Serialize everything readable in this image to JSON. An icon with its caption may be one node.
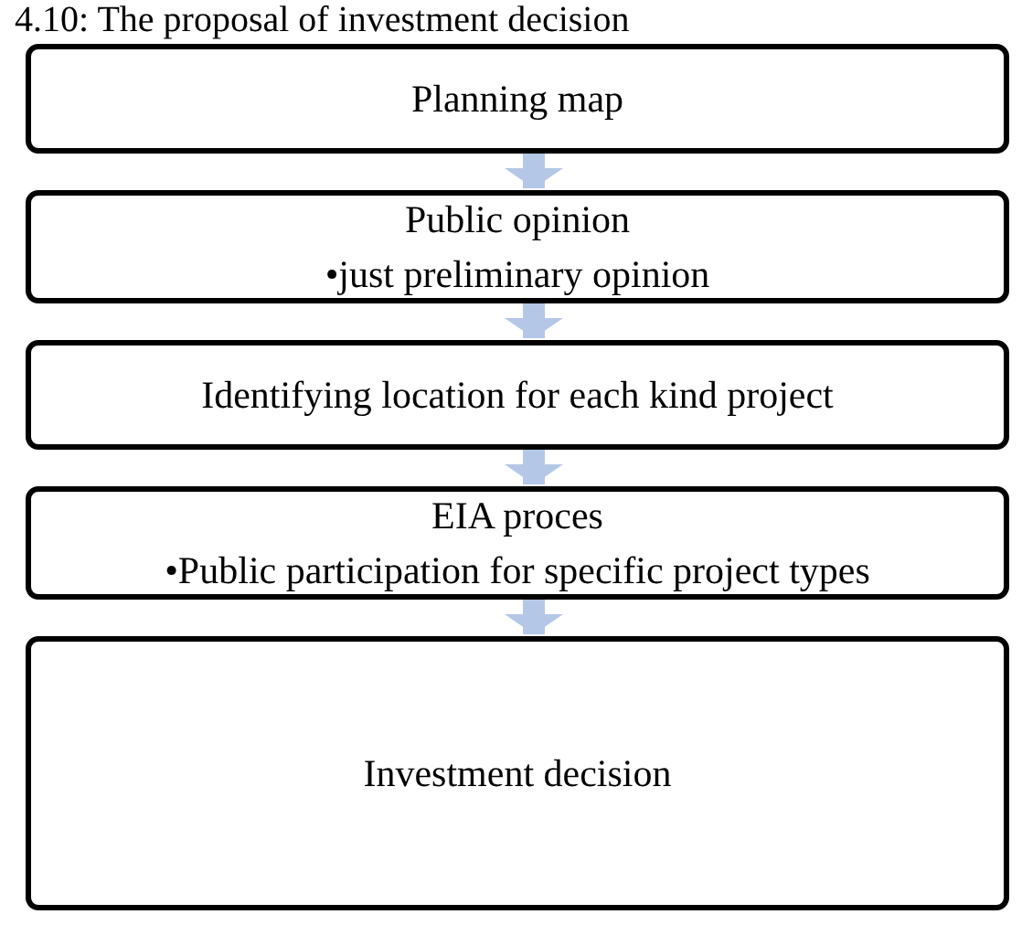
{
  "diagram": {
    "title": "4.10: The proposal of investment decision",
    "nodes": [
      {
        "text": [
          "Planning map"
        ]
      },
      {
        "text": [
          "Public opinion",
          "•just preliminary opinion"
        ]
      },
      {
        "text": [
          "Identifying location for each kind project"
        ]
      },
      {
        "text": [
          "EIA proces",
          "•Public participation for specific project types"
        ]
      },
      {
        "text": [
          "Investment decision"
        ]
      }
    ],
    "edges": [
      {
        "from": 0,
        "to": 1,
        "arrow": "to"
      },
      {
        "from": 1,
        "to": 2,
        "arrow": "to"
      },
      {
        "from": 2,
        "to": 3,
        "arrow": "to"
      },
      {
        "from": 3,
        "to": 4,
        "arrow": "to"
      }
    ]
  }
}
